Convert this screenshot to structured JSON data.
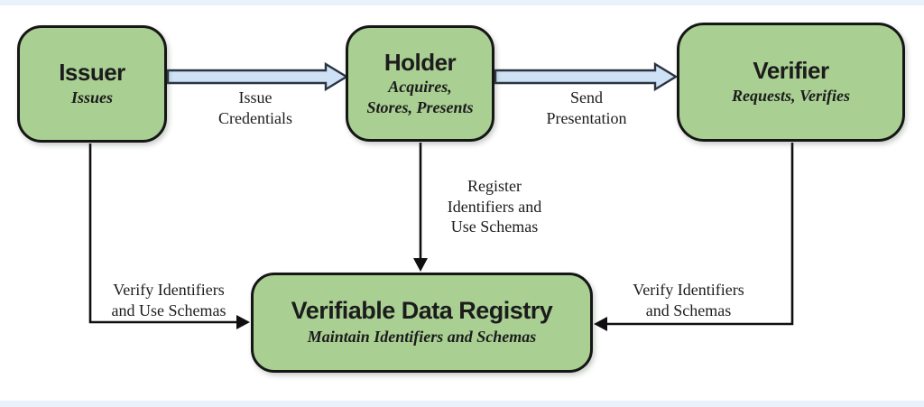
{
  "colors": {
    "background": "#ffffff",
    "edge_strip": "#e9f2fb",
    "node_fill": "#a9cf93",
    "node_border": "#161616",
    "block_arrow_fill": "#cfe2f5",
    "block_arrow_stroke": "#2a3440",
    "connector": "#0f0f0f",
    "text": "#1c1c1c"
  },
  "nodes": {
    "issuer": {
      "title": "Issuer",
      "subtitle": "Issues"
    },
    "holder": {
      "title": "Holder",
      "subtitle": "Acquires,\nStores, Presents"
    },
    "verifier": {
      "title": "Verifier",
      "subtitle": "Requests, Verifies"
    },
    "registry": {
      "title": "Verifiable Data Registry",
      "subtitle": "Maintain Identifiers and Schemas"
    }
  },
  "edge_labels": {
    "issue_credentials": "Issue\nCredentials",
    "send_presentation": "Send\nPresentation",
    "register_identifiers": "Register\nIdentifiers and\nUse Schemas",
    "verify_identifiers_left": "Verify Identifiers\nand Use Schemas",
    "verify_identifiers_right": "Verify Identifiers\nand Schemas"
  }
}
